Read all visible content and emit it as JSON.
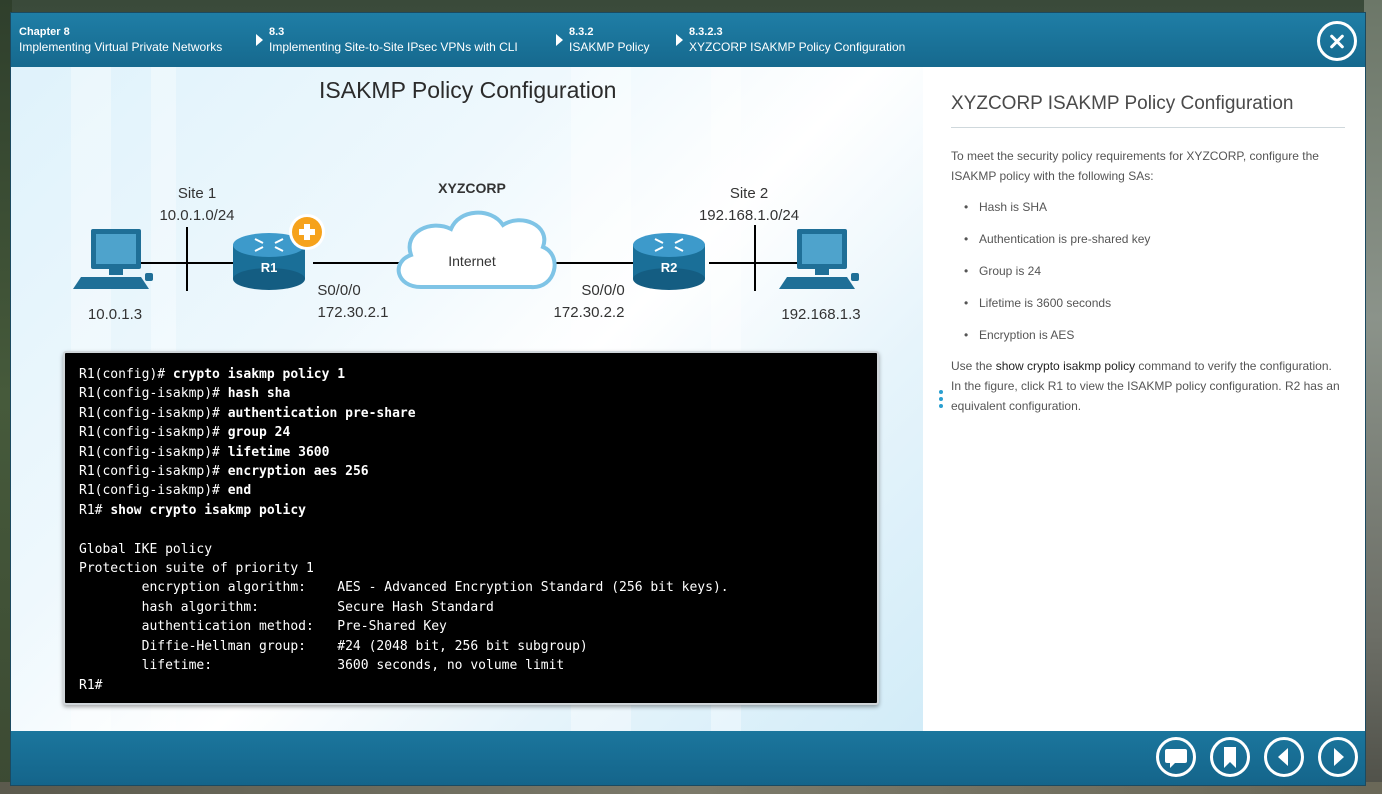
{
  "breadcrumbs": [
    {
      "num": "Chapter 8",
      "label": "Implementing Virtual Private Networks"
    },
    {
      "num": "8.3",
      "label": "Implementing Site-to-Site IPsec VPNs with CLI"
    },
    {
      "num": "8.3.2",
      "label": "ISAKMP Policy"
    },
    {
      "num": "8.3.2.3",
      "label": "XYZCORP ISAKMP Policy Configuration"
    }
  ],
  "figure": {
    "title": "ISAKMP Policy Configuration",
    "corp": "XYZCORP",
    "site1": {
      "name": "Site 1",
      "network": "10.0.1.0/24",
      "host": "10.0.1.3"
    },
    "site2": {
      "name": "Site 2",
      "network": "192.168.1.0/24",
      "host": "192.168.1.3"
    },
    "r1": {
      "label": "R1",
      "iface": "S0/0/0",
      "ip": "172.30.2.1"
    },
    "r2": {
      "label": "R2",
      "iface": "S0/0/0",
      "ip": "172.30.2.2"
    },
    "cloud": "Internet"
  },
  "terminal": [
    {
      "prompt": "R1(config)# ",
      "cmd": "crypto isakmp policy 1"
    },
    {
      "prompt": "R1(config-isakmp)# ",
      "cmd": "hash sha"
    },
    {
      "prompt": "R1(config-isakmp)# ",
      "cmd": "authentication pre-share"
    },
    {
      "prompt": "R1(config-isakmp)# ",
      "cmd": "group 24"
    },
    {
      "prompt": "R1(config-isakmp)# ",
      "cmd": "lifetime 3600"
    },
    {
      "prompt": "R1(config-isakmp)# ",
      "cmd": "encryption aes 256"
    },
    {
      "prompt": "R1(config-isakmp)# ",
      "cmd": "end"
    },
    {
      "prompt": "R1# ",
      "cmd": "show crypto isakmp policy"
    },
    {
      "prompt": "",
      "cmd": ""
    },
    {
      "prompt": "Global IKE policy",
      "cmd": ""
    },
    {
      "prompt": "Protection suite of priority 1",
      "cmd": ""
    },
    {
      "prompt": "        encryption algorithm:    AES - Advanced Encryption Standard (256 bit keys).",
      "cmd": ""
    },
    {
      "prompt": "        hash algorithm:          Secure Hash Standard",
      "cmd": ""
    },
    {
      "prompt": "        authentication method:   Pre-Shared Key",
      "cmd": ""
    },
    {
      "prompt": "        Diffie-Hellman group:    #24 (2048 bit, 256 bit subgroup)",
      "cmd": ""
    },
    {
      "prompt": "        lifetime:                3600 seconds, no volume limit",
      "cmd": ""
    },
    {
      "prompt": "R1#",
      "cmd": ""
    }
  ],
  "panel": {
    "title": "XYZCORP ISAKMP Policy Configuration",
    "intro": "To meet the security policy requirements for XYZCORP, configure the ISAKMP policy with the following SAs:",
    "bullets": [
      "Hash is SHA",
      "Authentication is pre-shared key",
      "Group is 24",
      "Lifetime is 3600 seconds",
      "Encryption is AES"
    ],
    "outro_pre": "Use the ",
    "outro_cmd": "show crypto isakmp policy",
    "outro_post": " command to verify the configuration. In the figure, click R1 to view the ISAKMP policy configuration. R2 has an equivalent configuration."
  },
  "footer": {
    "buttons": [
      "comment-icon",
      "bookmark-icon",
      "previous-icon",
      "next-icon"
    ]
  },
  "colors": {
    "header": "#1a739a",
    "router": "#1d7fab",
    "plus_badge": "#f6a21b"
  }
}
